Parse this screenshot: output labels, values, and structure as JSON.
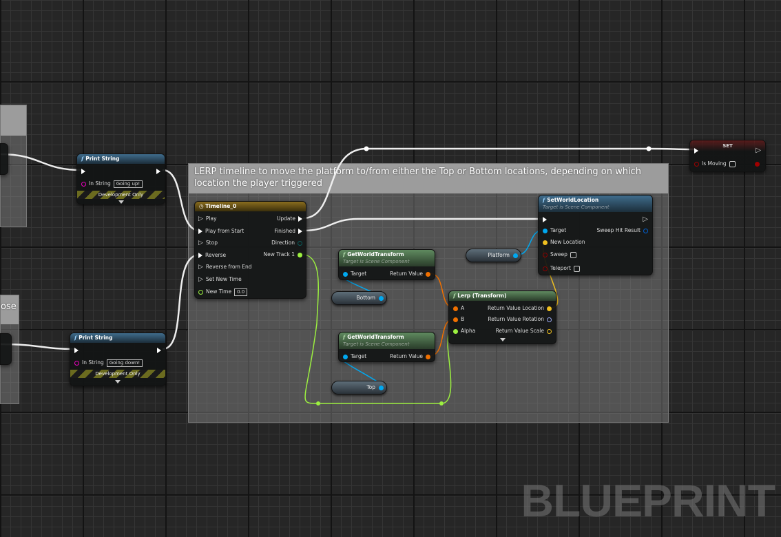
{
  "comments": {
    "main": "LERP timeline to move the platform to/from either the Top or Bottom locations, depending on which location the player triggered",
    "left_bottom": "ose"
  },
  "print_up": {
    "title": "Print String",
    "in_string": "In String",
    "value": "Going up!",
    "dev": "Development Only"
  },
  "print_down": {
    "title": "Print String",
    "in_string": "In String",
    "value": "Going down!",
    "dev": "Development Only"
  },
  "timeline": {
    "title": "Timeline_0",
    "inputs": [
      "Play",
      "Play from Start",
      "Stop",
      "Reverse",
      "Reverse from End",
      "Set New Time"
    ],
    "new_time": "New Time",
    "new_time_value": "0.0",
    "outputs": [
      "Update",
      "Finished",
      "Direction",
      "New Track 1"
    ]
  },
  "gwt_bottom": {
    "title": "GetWorldTransform",
    "subtitle": "Target is Scene Component",
    "target": "Target",
    "ret": "Return Value"
  },
  "gwt_top": {
    "title": "GetWorldTransform",
    "subtitle": "Target is Scene Component",
    "target": "Target",
    "ret": "Return Value"
  },
  "vars": {
    "bottom": "Bottom",
    "top": "Top",
    "platform": "Platform"
  },
  "lerp": {
    "title": "Lerp (Transform)",
    "a": "A",
    "b": "B",
    "alpha": "Alpha",
    "loc": "Return Value Location",
    "rot": "Return Value Rotation",
    "scale": "Return Value Scale"
  },
  "swl": {
    "title": "SetWorldLocation",
    "subtitle": "Target is Scene Component",
    "target": "Target",
    "new_location": "New Location",
    "sweep": "Sweep",
    "teleport": "Teleport",
    "hit": "Sweep Hit Result"
  },
  "set": {
    "title": "SET",
    "var": "Is Moving"
  },
  "watermark": "BLUEPRINT",
  "colors": {
    "exec": "#ffffff",
    "object": "#00a8f0",
    "transform": "#f07000",
    "float": "#9cf040",
    "vector": "#f0c020",
    "bool": "#8a0000",
    "string": "#f000c0"
  }
}
